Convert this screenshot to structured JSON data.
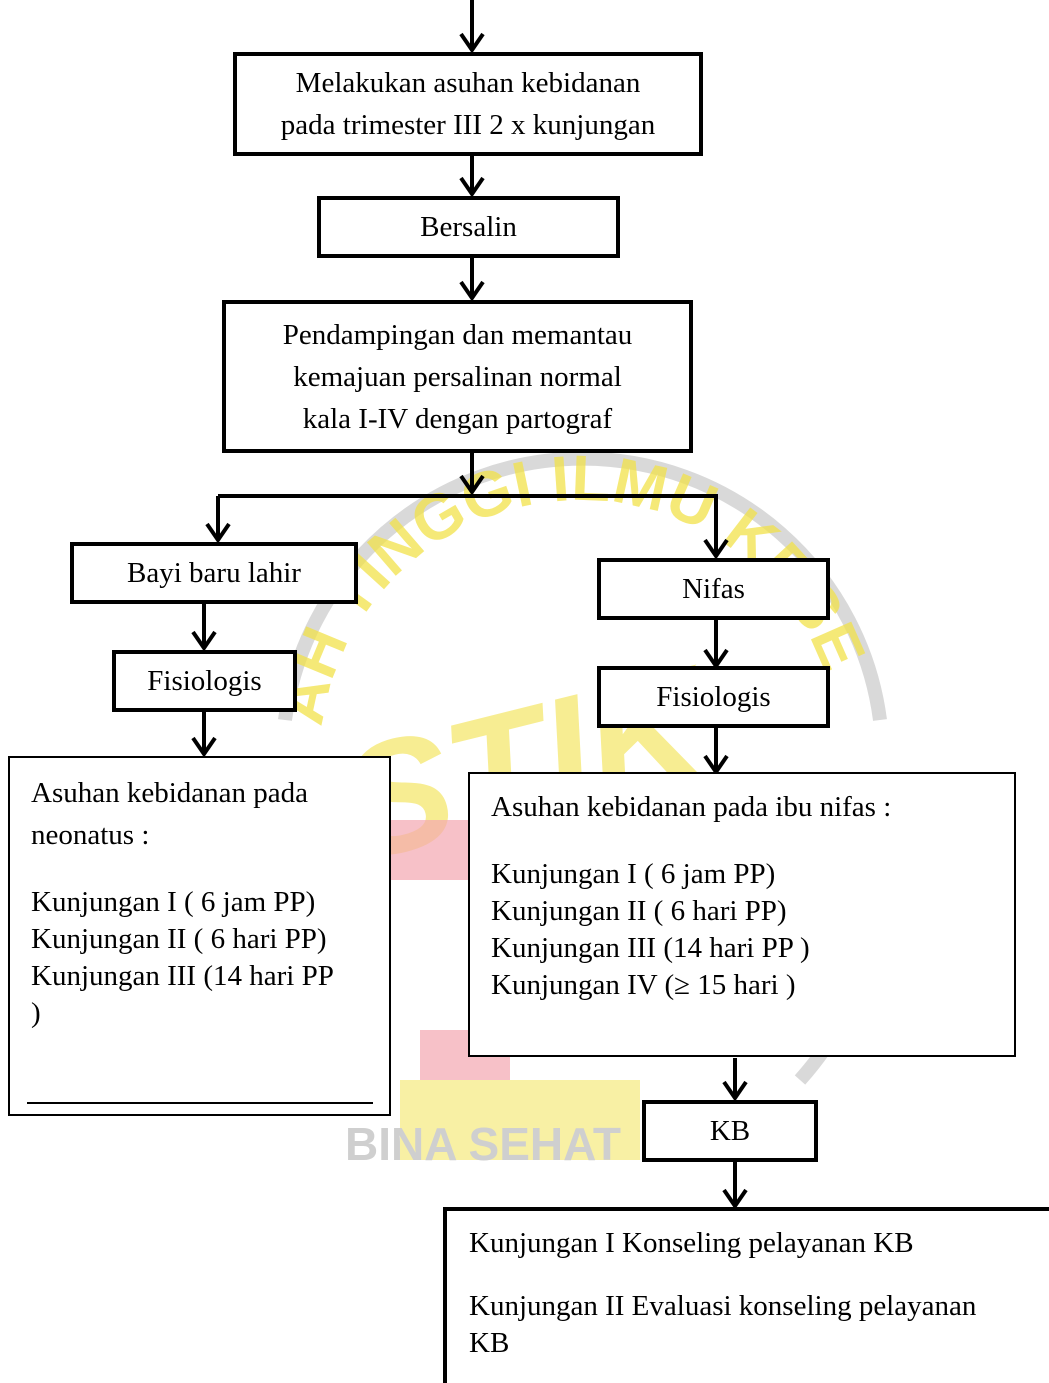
{
  "watermark": {
    "arc_text": "AH TINGGI ILMU KESE",
    "logo_text": "STIK",
    "footer_text": "BINA SEHAT",
    "color": "#f2e24a",
    "accent_color": "#f4a6b0"
  },
  "nodes": {
    "asuhan_trimester": {
      "lines": [
        "Melakukan asuhan kebidanan",
        "pada trimester III 2 x kunjungan"
      ]
    },
    "bersalin": {
      "label": "Bersalin"
    },
    "pendampingan": {
      "lines": [
        "Pendampingan dan memantau",
        "kemajuan persalinan normal",
        "kala I-IV dengan partograf"
      ]
    },
    "bayi_baru_lahir": {
      "label": "Bayi baru lahir"
    },
    "fisiologis_bayi": {
      "label": "Fisiologis"
    },
    "neonatus": {
      "title_lines": [
        "Asuhan kebidanan pada",
        "neonatus :"
      ],
      "visits": [
        "Kunjungan I ( 6 jam  PP)",
        "Kunjungan II ( 6 hari PP)",
        "Kunjungan III (14 hari PP",
        ")"
      ]
    },
    "nifas": {
      "label": "Nifas"
    },
    "fisiologis_nifas": {
      "label": "Fisiologis"
    },
    "ibu_nifas": {
      "title": "Asuhan kebidanan pada ibu nifas :",
      "visits": [
        "Kunjungan I ( 6 jam PP)",
        "Kunjungan II ( 6 hari  PP)",
        "Kunjungan III (14 hari PP )",
        "Kunjungan IV (≥ 15 hari )"
      ]
    },
    "kb": {
      "label": "KB"
    },
    "kb_visits": {
      "items": [
        "Kunjungan I Konseling pelayanan KB",
        "Kunjungan II Evaluasi konseling pelayanan",
        "KB"
      ]
    }
  }
}
